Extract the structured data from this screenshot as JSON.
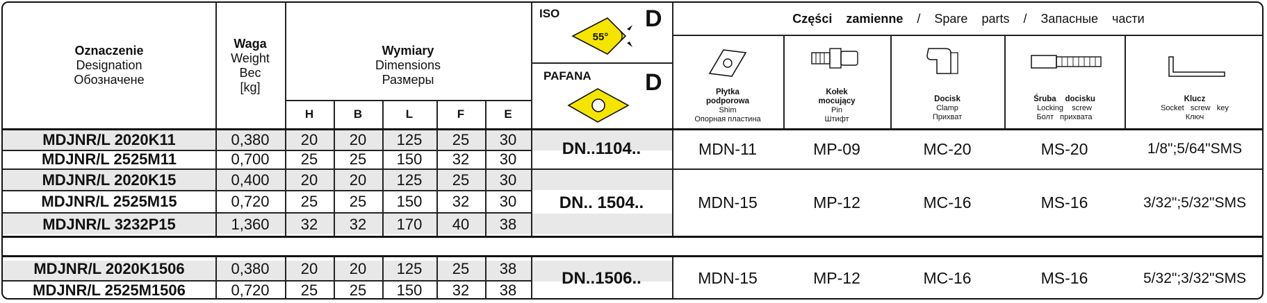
{
  "header": {
    "designation": [
      "Oznaczenie",
      "Designation",
      "Обозначене"
    ],
    "weight": [
      "Waga",
      "Weight",
      "Вес",
      "[kg]"
    ],
    "dimensions": [
      "Wymiary",
      "Dimensions",
      "Размеры"
    ],
    "dim_cols": [
      "H",
      "B",
      "L",
      "F",
      "E"
    ],
    "iso_label": "ISO",
    "iso_letter": "D",
    "angle_label": "55°",
    "pafana_label": "PAFANA",
    "pafana_letter": "D",
    "spare_parts": {
      "pl_1": "Części",
      "pl_2": "zamienne",
      "sep": "/",
      "en_1": "Spare",
      "en_2": "parts",
      "ru_1": "Запасные",
      "ru_2": "части"
    },
    "parts": [
      {
        "pl": [
          "Płytka",
          "podporowa"
        ],
        "en": "Shim",
        "ru": "Опорная   пластина",
        "icon": "shim-icon"
      },
      {
        "pl": [
          "Kołek",
          "mocujący"
        ],
        "en": "Pin",
        "ru": "Штифт",
        "icon": "pin-icon"
      },
      {
        "pl": [
          "Docisk"
        ],
        "en": "Clamp",
        "ru": "Прихват",
        "icon": "clamp-icon"
      },
      {
        "pl": [
          "Śruba    docisku"
        ],
        "en": "Locking    screw",
        "ru": "Болт   прихвата",
        "icon": "screw-icon"
      },
      {
        "pl": [
          "Klucz"
        ],
        "en": "Socket   screw   key",
        "ru": "Ключ",
        "icon": "key-icon"
      }
    ]
  },
  "groups": [
    {
      "rows": [
        {
          "code": "MDJNR/L 2020K11",
          "weight": "0,380",
          "dims": [
            "20",
            "20",
            "125",
            "25",
            "30"
          ]
        },
        {
          "code": "MDJNR/L 2525M11",
          "weight": "0,700",
          "dims": [
            "25",
            "25",
            "150",
            "32",
            "30"
          ]
        }
      ],
      "insert": "DN..1104..",
      "shim": "MDN-11",
      "pin": "MP-09",
      "clamp": "MC-20",
      "screw": "MS-20",
      "key": "1/8\";5/64\"SMS"
    },
    {
      "rows": [
        {
          "code": "MDJNR/L 2020K15",
          "weight": "0,400",
          "dims": [
            "20",
            "20",
            "125",
            "25",
            "30"
          ]
        },
        {
          "code": "MDJNR/L 2525M15",
          "weight": "0,720",
          "dims": [
            "25",
            "25",
            "150",
            "32",
            "30"
          ]
        },
        {
          "code": "MDJNR/L 3232P15",
          "weight": "1,360",
          "dims": [
            "32",
            "32",
            "170",
            "40",
            "38"
          ]
        }
      ],
      "insert": "DN.. 1504..",
      "shim": "MDN-15",
      "pin": "MP-12",
      "clamp": "MC-16",
      "screw": "MS-16",
      "key": "3/32\";5/32\"SMS"
    },
    {
      "rows": [
        {
          "code": "MDJNR/L 2020K1506",
          "weight": "0,380",
          "dims": [
            "20",
            "20",
            "125",
            "25",
            "38"
          ]
        },
        {
          "code": "MDJNR/L 2525M1506",
          "weight": "0,720",
          "dims": [
            "25",
            "25",
            "150",
            "32",
            "38"
          ]
        }
      ],
      "insert": "DN..1506..",
      "shim": "MDN-15",
      "pin": "MP-12",
      "clamp": "MC-16",
      "screw": "MS-16",
      "key": "5/32\";3/32\"SMS"
    }
  ],
  "colors": {
    "yellow": "#f5e400",
    "row_shade": "#e8e8e8",
    "line": "#222222"
  }
}
